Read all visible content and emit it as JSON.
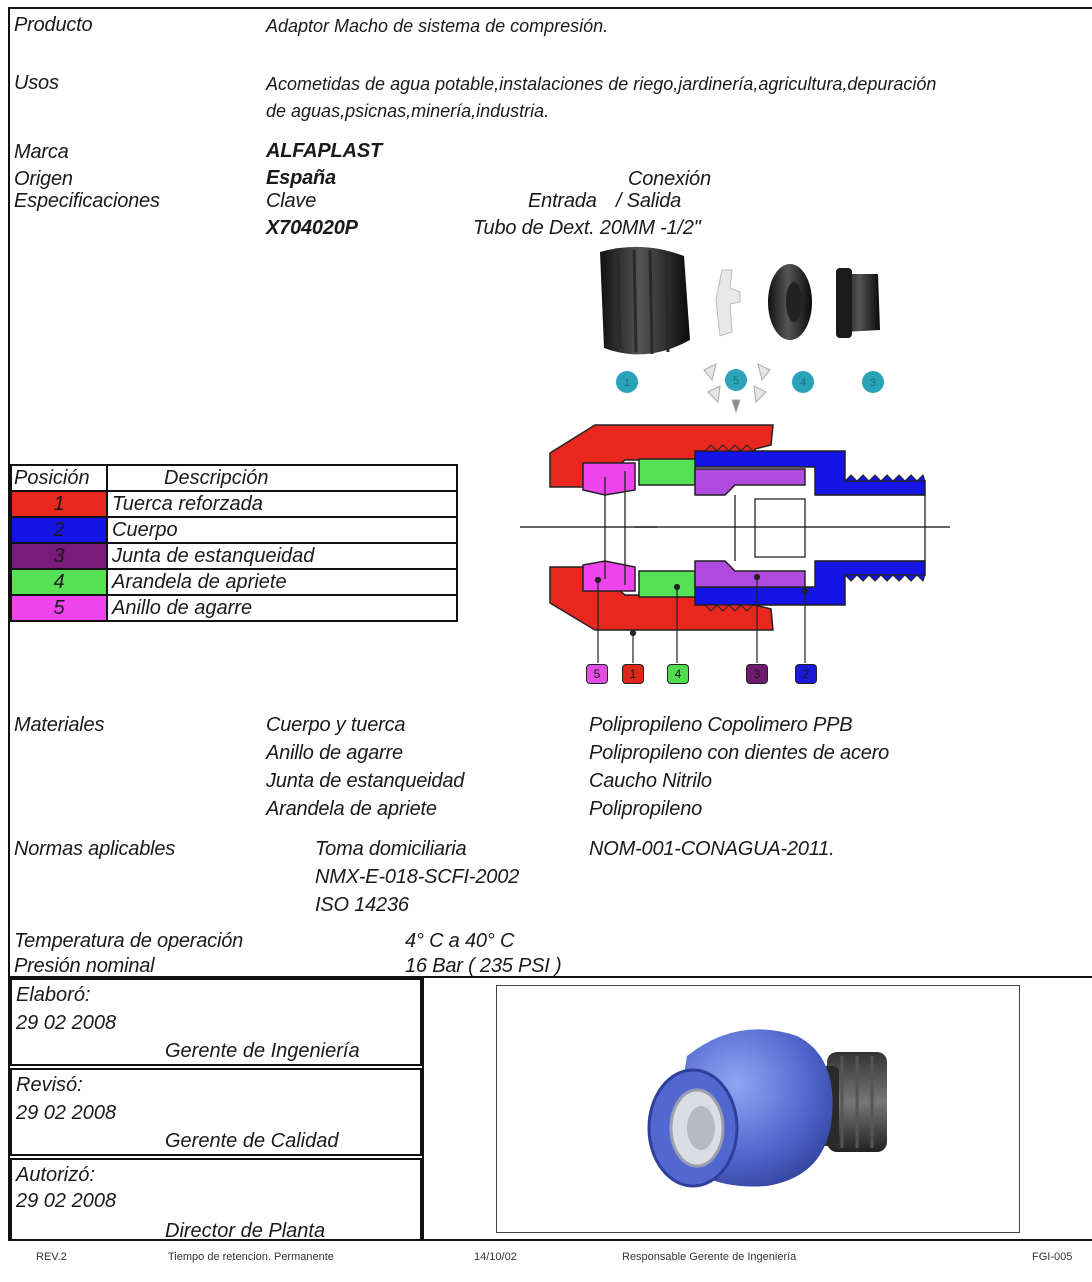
{
  "header": {
    "producto_label": "Producto",
    "producto_value": "Adaptor Macho de sistema de compresión.",
    "usos_label": "Usos",
    "usos_line1": "Acometidas de agua potable,instalaciones de riego,jardinería,agricultura,depuración",
    "usos_line2": "de aguas,psicnas,minería,industria.",
    "marca_label": "Marca",
    "marca_value": "ALFAPLAST",
    "origen_label": "Origen",
    "origen_value": "España",
    "espec_label": "Especificaciones",
    "clave_label": "Clave",
    "clave_value": "X704020P",
    "conexion_label": "Conexión",
    "entrada_label": "Entrada",
    "salida_label": "/ Salida",
    "tubo_value": "Tubo de Dext. 20MM -1/2\""
  },
  "positions": {
    "col_pos": "Posición",
    "col_desc": "Descripción",
    "rows": [
      {
        "num": "1",
        "desc": "Tuerca reforzada",
        "color": "#e8281e"
      },
      {
        "num": "2",
        "desc": "Cuerpo",
        "color": "#1414e6"
      },
      {
        "num": "3",
        "desc": "Junta de estanqueidad",
        "color": "#7a1a7a"
      },
      {
        "num": "4",
        "desc": "Arandela de apriete",
        "color": "#55e055"
      },
      {
        "num": "5",
        "desc": "Anillo de agarre",
        "color": "#ee44ee"
      }
    ]
  },
  "diagram": {
    "exploded_badges": [
      "1",
      "5",
      "4",
      "3"
    ],
    "section_badges": [
      {
        "num": "5",
        "color": "#e34fe3"
      },
      {
        "num": "1",
        "color": "#e0271c"
      },
      {
        "num": "4",
        "color": "#4fdc4f"
      },
      {
        "num": "3",
        "color": "#6e1a6e"
      },
      {
        "num": "2",
        "color": "#1a1ad8"
      }
    ]
  },
  "materiales": {
    "label": "Materiales",
    "items": [
      {
        "part": "Cuerpo y tuerca",
        "material": "Polipropileno Copolimero PPB"
      },
      {
        "part": "Anillo de agarre",
        "material": "Polipropileno con dientes de acero"
      },
      {
        "part": "Junta de estanqueidad",
        "material": "Caucho Nitrilo"
      },
      {
        "part": "Arandela de apriete",
        "material": "Polipropileno"
      }
    ]
  },
  "normas": {
    "label": "Normas aplicables",
    "toma": "Toma domiciliaria",
    "nom": "NOM-001-CONAGUA-2011.",
    "nmx": "NMX-E-018-SCFI-2002",
    "iso": "ISO  14236"
  },
  "operacion": {
    "temp_label": "Temperatura de operación",
    "temp_value": "4° C a  40° C",
    "pres_label": "Presión nominal",
    "pres_value": "16 Bar ( 235 PSI )"
  },
  "signatures": [
    {
      "title": "Elaboró:",
      "date": "29 02 2008",
      "role": "Gerente de Ingeniería"
    },
    {
      "title": "Revisó:",
      "date": "29 02 2008",
      "role": "Gerente de Calidad"
    },
    {
      "title": "Autorizó:",
      "date": "29 02 2008",
      "role": "Director de Planta"
    }
  ],
  "footer": {
    "rev": "REV.2",
    "retencion": "Tiempo de retencion. Permanente",
    "fecha": "14/10/02",
    "responsable": "Responsable Gerente de Ingeniería",
    "codigo": "FGI-005"
  }
}
